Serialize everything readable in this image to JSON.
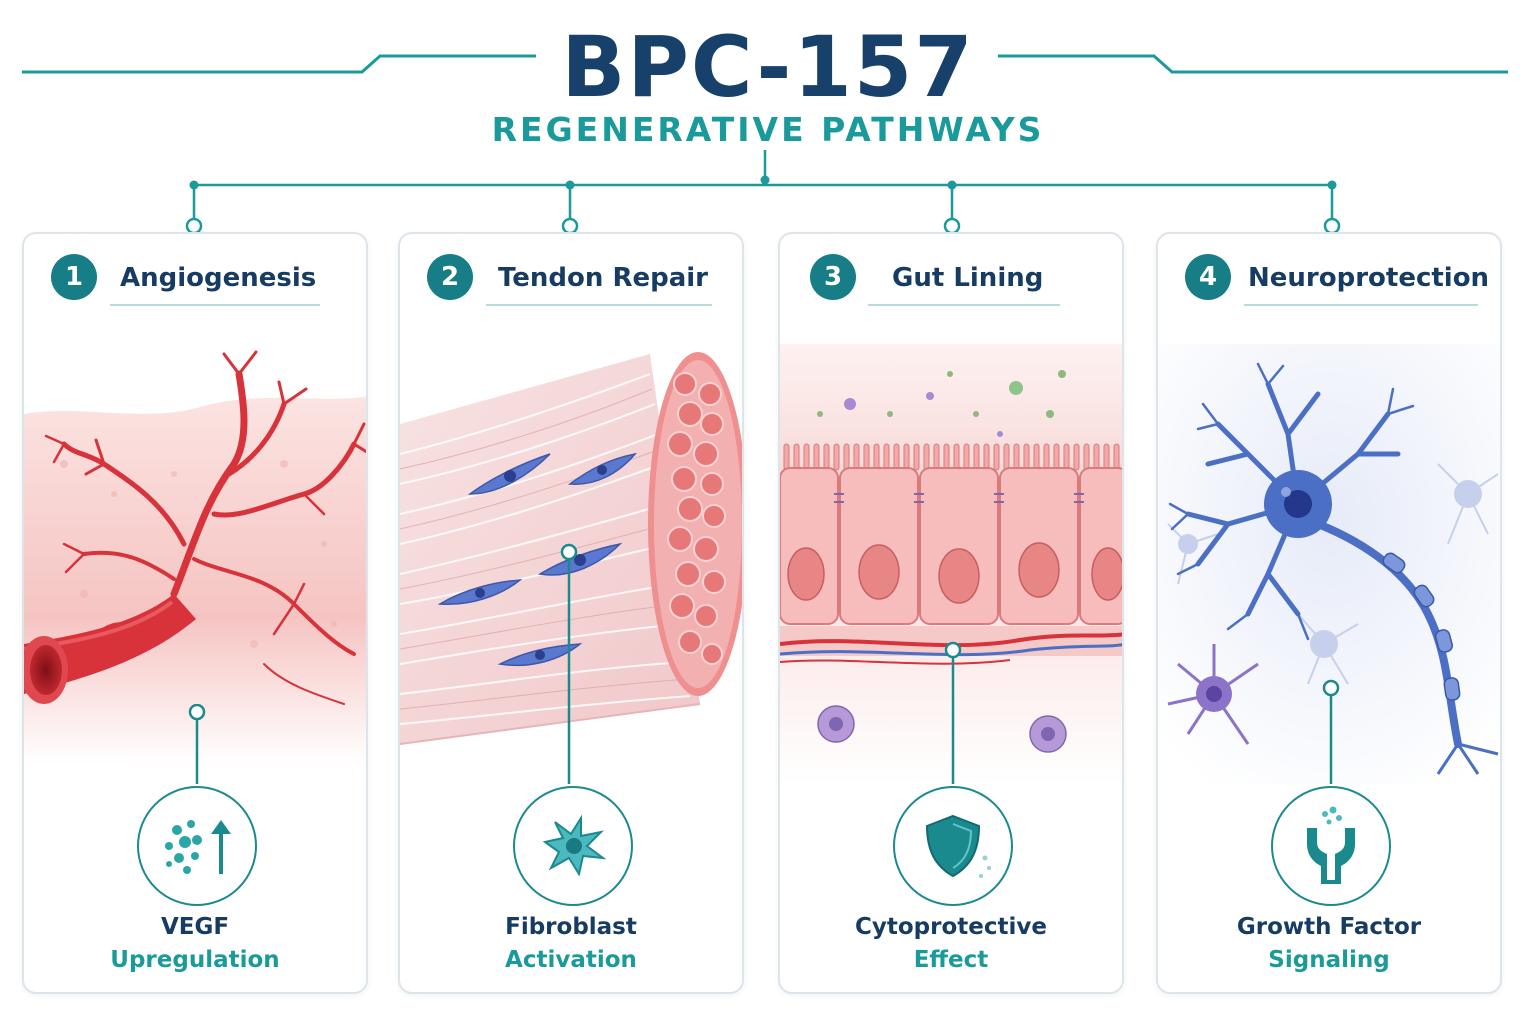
{
  "header": {
    "title": "BPC-157",
    "subtitle": "REGENERATIVE PATHWAYS"
  },
  "colors": {
    "navy": "#17406b",
    "teal": "#1a9a9a",
    "teal_dark": "#177e87",
    "vessel_red": "#d8323a",
    "tissue_pink": "#f3c9c9",
    "neuron_blue": "#4a6fc4",
    "neuron_purple": "#8a73c8"
  },
  "cards": [
    {
      "number": "1",
      "title": "Angiogenesis",
      "effect_line1": "VEGF",
      "effect_line2": "Upregulation",
      "illustration": "blood-vessel-branching",
      "effect_icon": "particles-up-arrow-icon"
    },
    {
      "number": "2",
      "title": "Tendon Repair",
      "effect_line1": "Fibroblast",
      "effect_line2": "Activation",
      "illustration": "tendon-fibers-with-fibroblasts",
      "effect_icon": "fibroblast-cell-icon"
    },
    {
      "number": "3",
      "title": "Gut Lining",
      "effect_line1": "Cytoprotective",
      "effect_line2": "Effect",
      "illustration": "intestinal-epithelium",
      "effect_icon": "shield-icon"
    },
    {
      "number": "4",
      "title": "Neuroprotection",
      "effect_line1": "Growth Factor",
      "effect_line2": "Signaling",
      "illustration": "neurons-network",
      "effect_icon": "receptor-signaling-icon"
    }
  ]
}
